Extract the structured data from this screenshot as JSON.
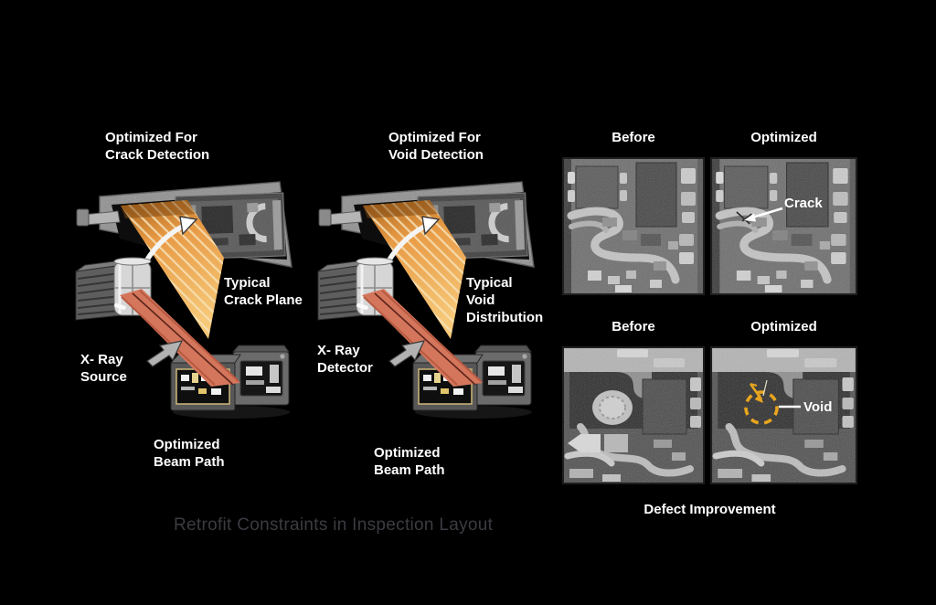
{
  "subtitle": "Retrofit Constraints in Inspection Layout",
  "diagrams": [
    {
      "title_lines": [
        "Optimized For",
        "Crack Detection"
      ],
      "region_lines": [
        "Typical",
        "Crack Plane"
      ],
      "device_lines": [
        "X- Ray",
        "Source"
      ],
      "beam_lines": [
        "Optimized",
        "Beam Path"
      ]
    },
    {
      "title_lines": [
        "Optimized For",
        "Void Detection"
      ],
      "region_lines": [
        "Typical",
        "Void",
        "Distribution"
      ],
      "device_lines": [
        "X- Ray",
        "Detector"
      ],
      "beam_lines": [
        "Optimized",
        "Beam Path"
      ]
    }
  ],
  "comparison": {
    "rows": [
      {
        "before_header": "Before",
        "after_header": "Optimized",
        "annotation": "Crack"
      },
      {
        "before_header": "Before",
        "after_header": "Optimized",
        "annotation": "Void"
      }
    ],
    "caption": "Defect Improvement"
  },
  "colors": {
    "background": "#000000",
    "label_text": "#ffffff",
    "subtitle_text": "#3b3b41",
    "cone_orange": "#e89a45",
    "beam_red": "#d4765c",
    "annotation_orange": "#e8a51e"
  }
}
